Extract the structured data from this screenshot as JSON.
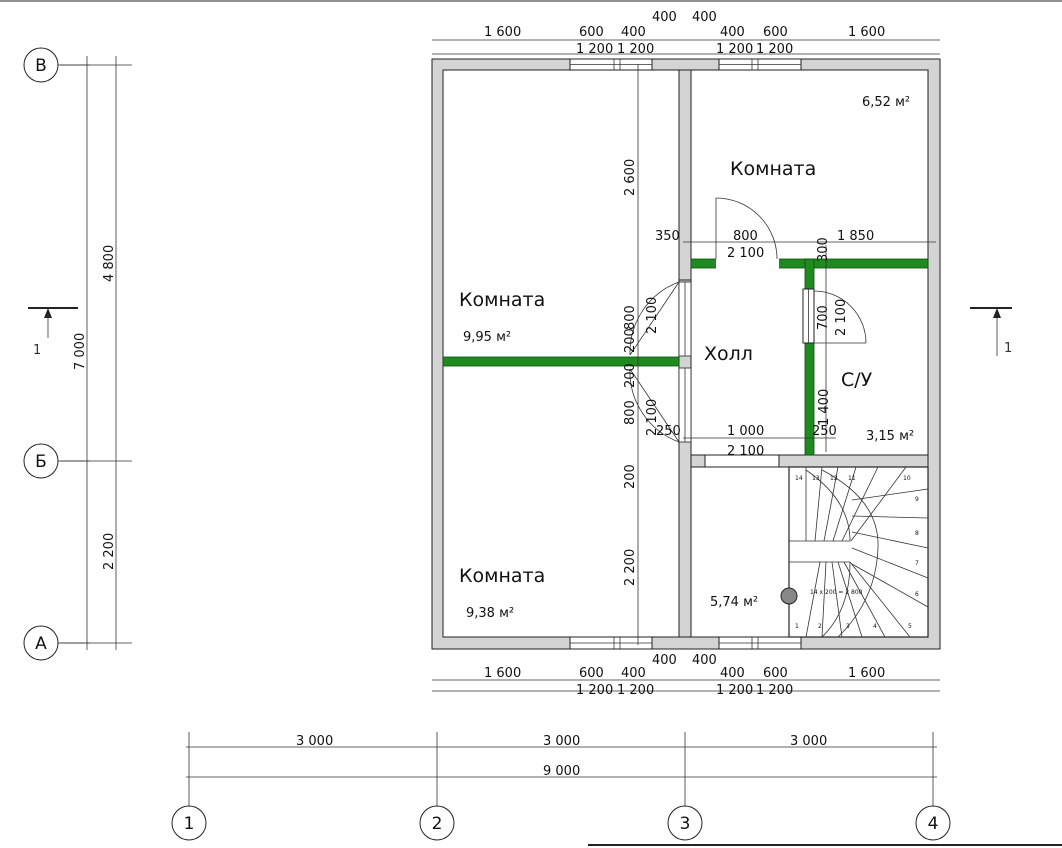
{
  "axes": {
    "rows": [
      "В",
      "Б",
      "А"
    ],
    "columns": [
      "1",
      "2",
      "3",
      "4"
    ]
  },
  "section_marker": "1",
  "rooms": {
    "top_right": {
      "name": "Комната",
      "area": "6,52 м²"
    },
    "left_upper": {
      "name": "Комната",
      "area": "9,95 м²"
    },
    "left_lower": {
      "name": "Комната",
      "area": "9,38 м²"
    },
    "hall": {
      "name": "Холл"
    },
    "bathroom": {
      "name": "С/У",
      "area": "3,15 м²"
    },
    "stair_room": {
      "area": "5,74 м²"
    }
  },
  "stair_note": "14 х 200 = 2 800",
  "stair_steps": [
    "14",
    "13",
    "12",
    "11",
    "10",
    "9",
    "8",
    "7",
    "6",
    "5",
    "1",
    "2",
    "3",
    "4"
  ],
  "dimensions": {
    "top_segments": [
      "1 600",
      "600",
      "400",
      "400",
      "400",
      "400",
      "600",
      "1 600"
    ],
    "top_openings": [
      "1 200",
      "1 200",
      "1 200",
      "1 200"
    ],
    "bottom_segments": [
      "1 600",
      "600",
      "400",
      "400",
      "400",
      "400",
      "600",
      "1 600"
    ],
    "bottom_openings": [
      "1 200",
      "1 200",
      "1 200",
      "1 200"
    ],
    "grid_spans": [
      "3 000",
      "3 000",
      "3 000"
    ],
    "grid_total": "9 000",
    "left_total": "7 000",
    "left_upper": "4 800",
    "left_lower": "2 200",
    "interior": {
      "v_2600": "2 600",
      "v_800a": "800",
      "v_200a": "200",
      "v_200b": "200",
      "v_800b": "800",
      "v_200c": "200",
      "v_2200": "2 200",
      "door_2100a": "2 100",
      "door_2100b": "2 100",
      "d_350": "350",
      "d_800": "800",
      "d_2100c": "2 100",
      "d_300": "300",
      "d_1850": "1 850",
      "d_700": "700",
      "d_2100d": "2 100",
      "d_1400": "1 400",
      "d_250a": "250",
      "d_1000": "1 000",
      "d_2100e": "2 100",
      "d_250b": "250"
    }
  }
}
